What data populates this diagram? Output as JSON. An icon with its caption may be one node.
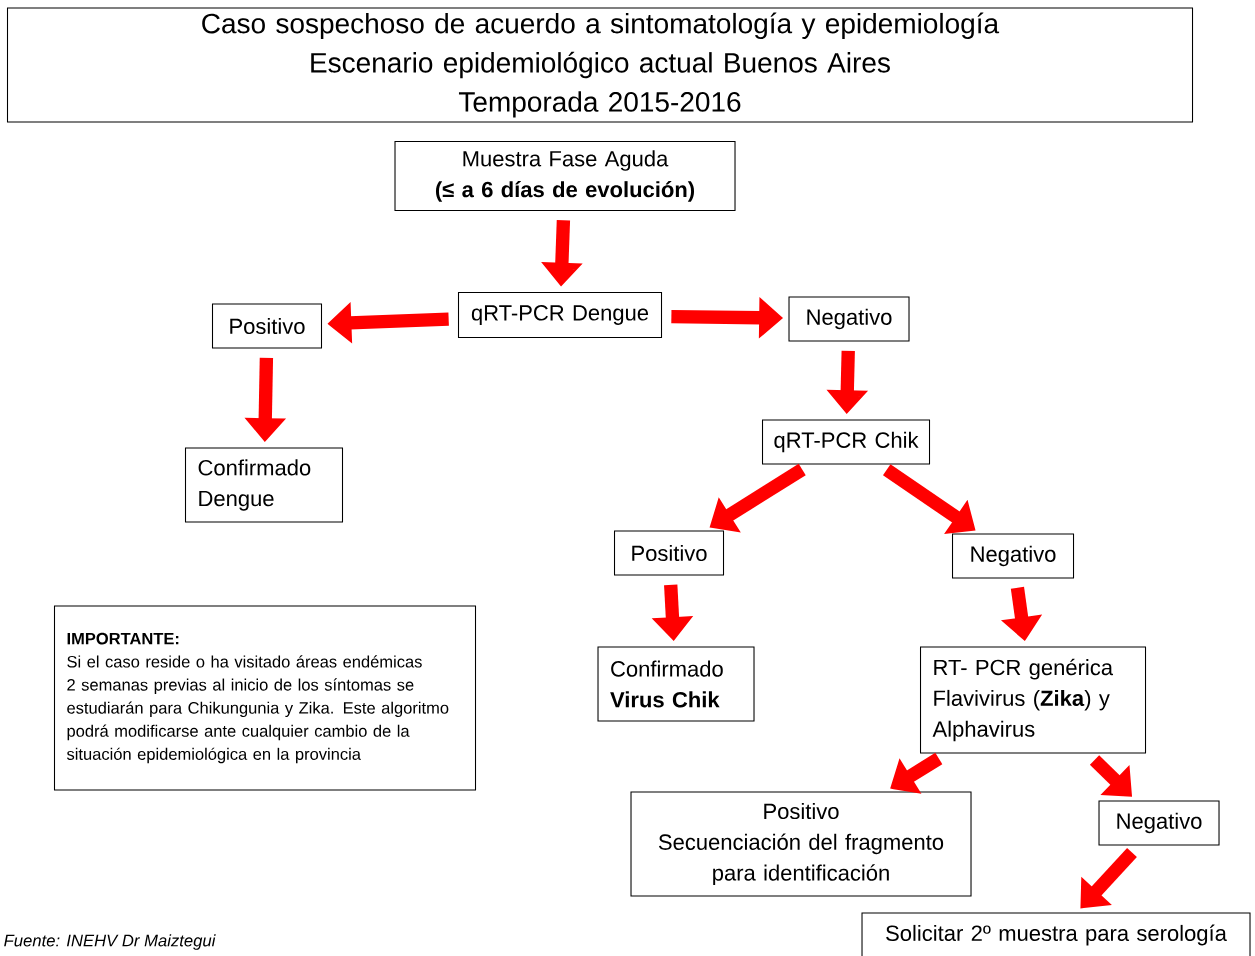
{
  "diagram": {
    "nodes": [
      {
        "text": [
          "Caso sospechoso de acuerdo a sintomatología y epidemiología",
          "Escenario epidemiológico actual Buenos Aires",
          "Temporada 2015-2016"
        ]
      },
      {
        "text": [
          "Muestra Fase Aguda",
          "(≤ a 6 días de evolución)"
        ]
      },
      {
        "text": [
          "qRT-PCR Dengue"
        ]
      },
      {
        "text": [
          "Positivo"
        ]
      },
      {
        "text": [
          "Negativo"
        ]
      },
      {
        "text": [
          "Confirmado Dengue"
        ]
      },
      {
        "text": [
          "qRT-PCR Chik"
        ]
      },
      {
        "text": [
          "Positivo"
        ]
      },
      {
        "text": [
          "Negativo"
        ]
      },
      {
        "text": [
          "Confirmado",
          "Virus Chik"
        ]
      },
      {
        "text": [
          "IMPORTANTE:",
          "Si el caso reside o ha visitado áreas endémicas 2 semanas previas al inicio de los síntomas se estudiarán para Chikungunia y Zika. Este algoritmo podrá modificarse ante cualquier cambio de la situación epidemiológica en la provincia"
        ]
      },
      {
        "text": [
          "RT- PCR genérica Flavivirus (**Zika**) y Alphavirus"
        ]
      },
      {
        "text": [
          "Positivo",
          "Secuenciación del fragmento para identificación"
        ]
      },
      {
        "text": [
          "Negativo"
        ]
      },
      {
        "text": [
          "Solicitar 2º muestra para serología"
        ]
      }
    ],
    "edges": [
      {
        "from": 1,
        "to": 2,
        "arrow": "to"
      },
      {
        "from": 2,
        "to": 3,
        "arrow": "to"
      },
      {
        "from": 2,
        "to": 4,
        "arrow": "to"
      },
      {
        "from": 3,
        "to": 5,
        "arrow": "to"
      },
      {
        "from": 4,
        "to": 6,
        "arrow": "to"
      },
      {
        "from": 6,
        "to": 7,
        "arrow": "to"
      },
      {
        "from": 6,
        "to": 8,
        "arrow": "to"
      },
      {
        "from": 7,
        "to": 9,
        "arrow": "to"
      },
      {
        "from": 8,
        "to": 11,
        "arrow": "to"
      },
      {
        "from": 11,
        "to": 12,
        "arrow": "to"
      },
      {
        "from": 11,
        "to": 13,
        "arrow": "to"
      },
      {
        "from": 13,
        "to": 14,
        "arrow": "to"
      }
    ],
    "labels": [
      "Fuente: INEHV Dr Maiztegui"
    ]
  }
}
